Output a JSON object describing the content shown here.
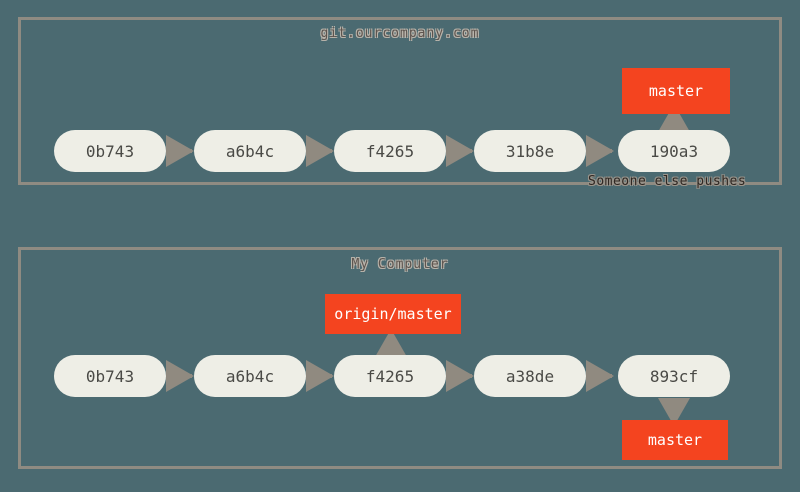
{
  "figure": {
    "background_color": "#4b6a71",
    "panel_border_color": "#8f8b82",
    "commit_color": "#eeeee6",
    "ref_color": "#f4441f",
    "arrow_color": "#908a80"
  },
  "panels": [
    {
      "id": "remote",
      "title": "git.ourcompany.com",
      "commits": [
        "0b743",
        "a6b4c",
        "f4265",
        "31b8e",
        "190a3"
      ],
      "refs": [
        {
          "label": "master",
          "points_to": "190a3",
          "direction": "down"
        }
      ],
      "annotation": "Someone else pushes"
    },
    {
      "id": "local",
      "title": "My Computer",
      "commits": [
        "0b743",
        "a6b4c",
        "f4265",
        "a38de",
        "893cf"
      ],
      "refs": [
        {
          "label": "origin/master",
          "points_to": "f4265",
          "direction": "down"
        },
        {
          "label": "master",
          "points_to": "893cf",
          "direction": "up"
        }
      ]
    }
  ],
  "remote": {
    "title": "git.ourcompany.com",
    "annotation": "Someone else pushes",
    "commits": {
      "c1": "0b743",
      "c2": "a6b4c",
      "c3": "f4265",
      "c4": "31b8e",
      "c5": "190a3"
    },
    "ref_master": "master"
  },
  "local": {
    "title": "My Computer",
    "commits": {
      "c1": "0b743",
      "c2": "a6b4c",
      "c3": "f4265",
      "c4": "a38de",
      "c5": "893cf"
    },
    "ref_origin_master": "origin/master",
    "ref_master": "master"
  }
}
